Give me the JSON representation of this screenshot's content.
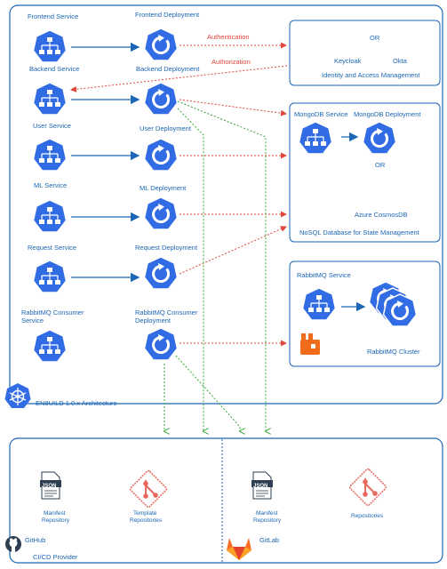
{
  "colors": {
    "k8s_blue": "#326ce5",
    "line_blue": "#1b66b5",
    "red_dotted": "#e0453a",
    "green_dotted": "#3aa43a",
    "git_red": "#e86a5f",
    "rabbit_orange": "#f06b1a"
  },
  "cluster": {
    "title": "EN8UILD 1.0.x Architecture",
    "logo": "kubernetes-icon"
  },
  "components": [
    {
      "service": "Frontend Service",
      "backend_label": "Backend Service",
      "deployment_top": "Frontend Deployment",
      "deployment_bottom": "Backend Deployment"
    },
    {
      "service": "User Service",
      "deployment": "User Deployment"
    },
    {
      "service": "ML Service",
      "deployment": "ML Deployment"
    },
    {
      "service": "Request Service",
      "deployment": "Request Deployment"
    },
    {
      "service_line1": "RabbitMQ Consumer",
      "service_line2": "Service",
      "deployment_line1": "RabbitMQ Consumer",
      "deployment_line2": "Deployment"
    }
  ],
  "edges": {
    "authentication": "Authentication",
    "authorization": "Authorization"
  },
  "iam": {
    "or_top": "OR",
    "keycloak": "Keycloak",
    "okta": "Okta",
    "label": "Identity and Access Management"
  },
  "nosql": {
    "mongo_service": "MongoDB Service",
    "mongo_deployment": "MongoDB Deployment",
    "or": "OR",
    "cosmos": "Azure CosmosDB",
    "label": "NoSQL Database for State Management"
  },
  "mq": {
    "service": "RabbitMQ Service",
    "cluster": "RabbitMQ Cluster"
  },
  "cicd": {
    "label": "CI/CD Provider",
    "github": {
      "name": "GitHub",
      "manifest_line1": "Manifest",
      "manifest_line2": "Repository",
      "template_line1": "Template",
      "template_line2": "Repositories",
      "json_badge": "JSON"
    },
    "gitlab": {
      "name": "GitLab",
      "manifest_line1": "Manifest",
      "manifest_line2": "Repository",
      "repos": "Repositories",
      "json_badge": "JSON"
    }
  }
}
